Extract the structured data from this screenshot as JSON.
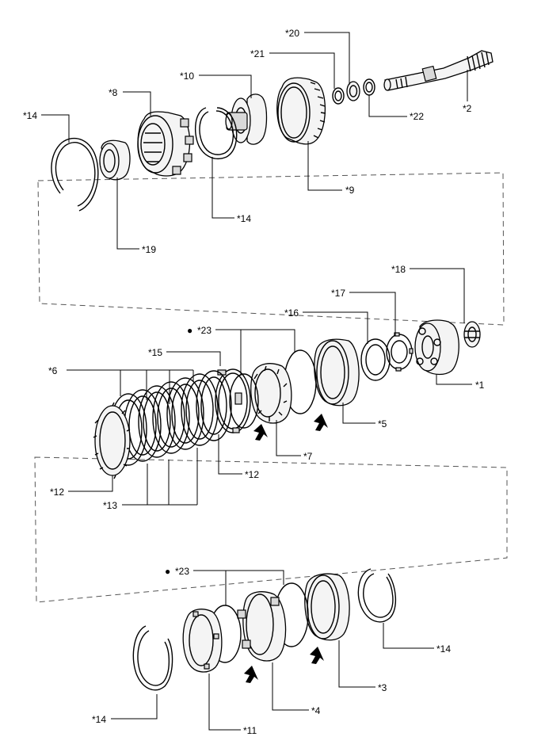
{
  "labels": {
    "l2": "*2",
    "l20": "*20",
    "l21": "*21",
    "l22": "*22",
    "l10": "*10",
    "l8": "*8",
    "l14a": "*14",
    "l14b": "*14",
    "l9": "*9",
    "l19": "*19",
    "l18": "*18",
    "l17": "*17",
    "l16": "*16",
    "l23a": "*23",
    "l15": "*15",
    "l6": "*6",
    "l1": "*1",
    "l5": "*5",
    "l7": "*7",
    "l12a": "*12",
    "l12b": "*12",
    "l13": "*13",
    "l23b": "*23",
    "l14c": "*14",
    "l3": "*3",
    "l4": "*4",
    "l14d": "*14",
    "l11": "*11"
  },
  "markers": {
    "bullet": "●"
  }
}
